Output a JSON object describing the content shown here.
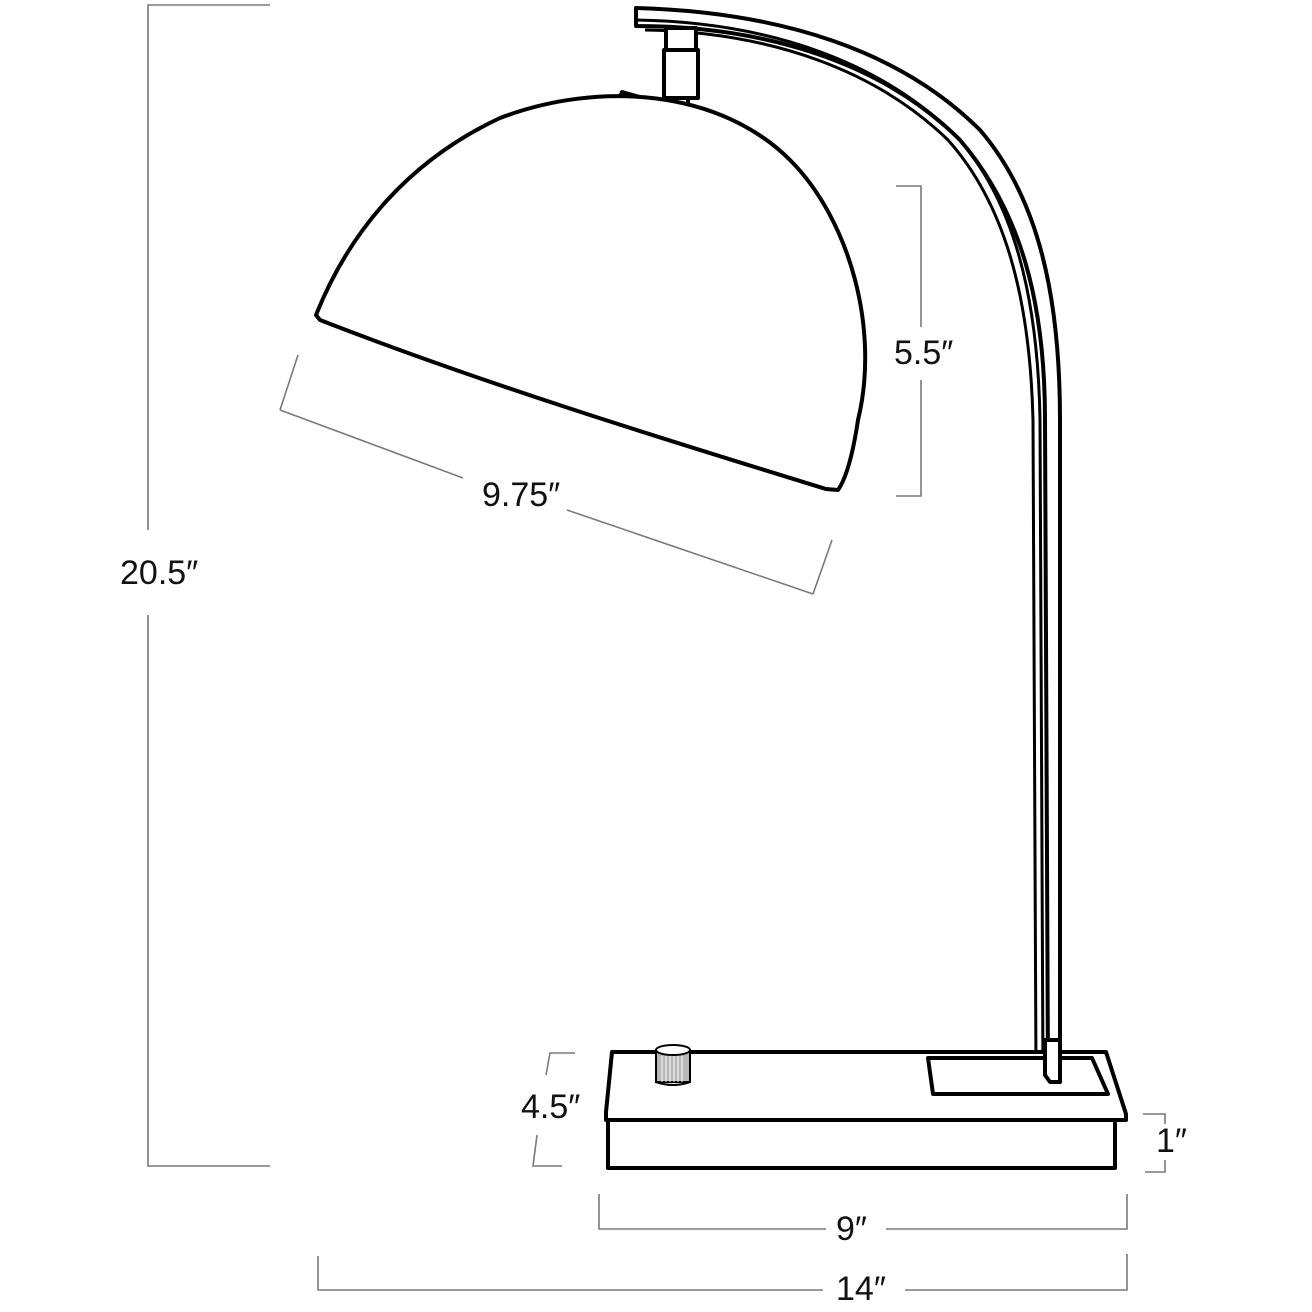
{
  "diagram": {
    "subject": "Desk lamp with dome shade, curved arm and rectangular base",
    "colors": {
      "line": "#000000",
      "dimension_line": "#7a7a7a",
      "knob_fill": "#b8b8b8",
      "background": "#ffffff"
    },
    "dimensions": {
      "overall_height": "20.5″",
      "shade_height": "5.5″",
      "shade_width": "9.75″",
      "base_depth": "4.5″",
      "base_height": "1″",
      "base_width": "9″",
      "overall_width": "14″"
    },
    "parts": [
      "dome-shade",
      "shade-mount",
      "curved-arm",
      "base",
      "dimmer-knob",
      "arm-foot-plate"
    ]
  }
}
